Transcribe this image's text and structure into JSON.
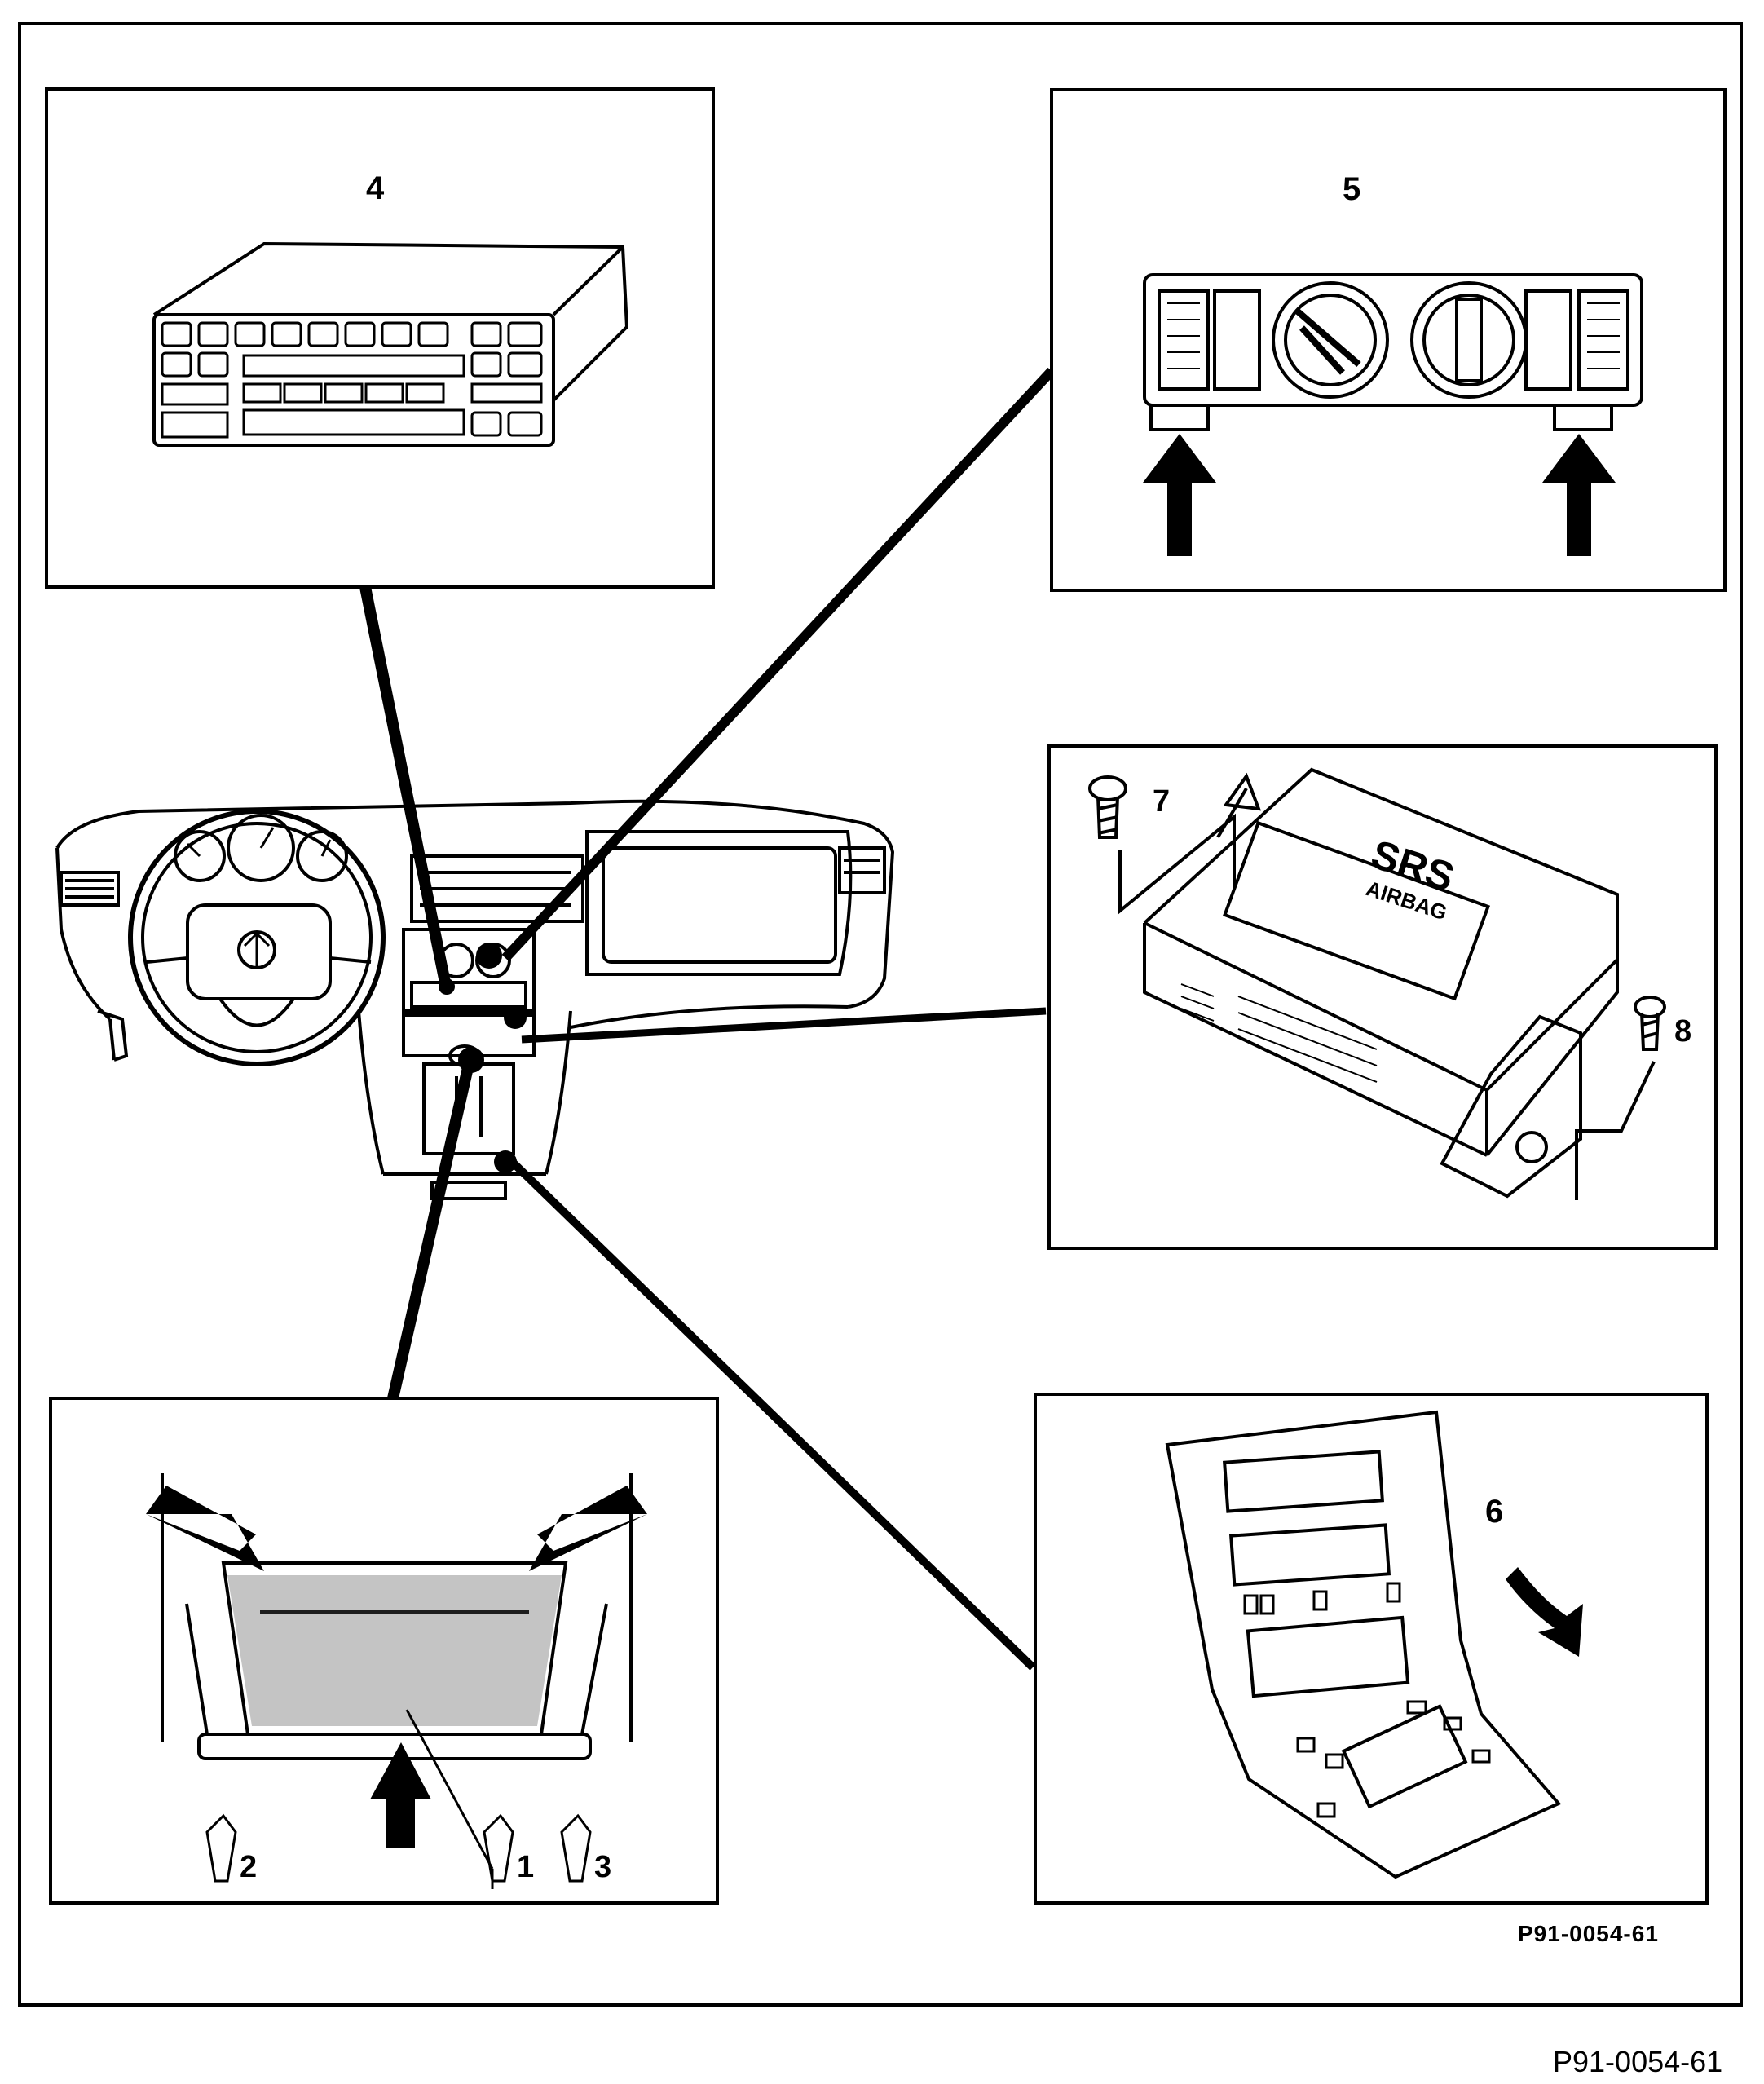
{
  "callouts": {
    "radio": "4",
    "climate_control": "5",
    "console_panel": "6",
    "srs_screw_left": "7",
    "srs_screw_right": "8",
    "ashtray_screw_center": "1",
    "ashtray_screw_left": "2",
    "ashtray_screw_right": "3"
  },
  "srs_unit": {
    "brand": "SRS",
    "subtitle": "AIRBAG"
  },
  "reference_code_inner": "P91-0054-61",
  "reference_code_caption": "P91-0054-61"
}
